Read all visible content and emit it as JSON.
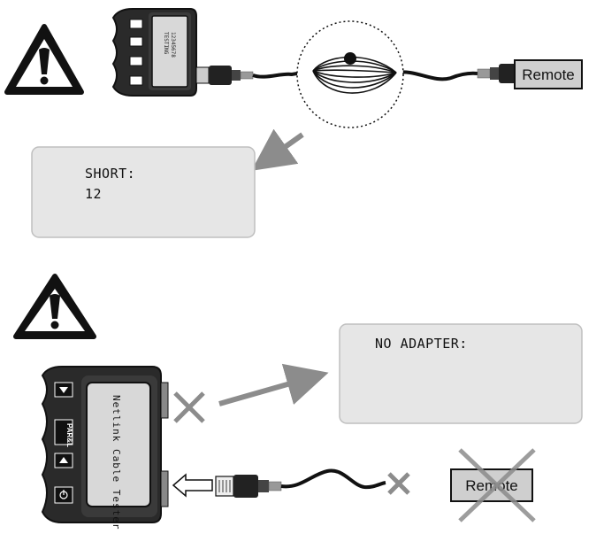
{
  "top_section": {
    "display_line1": "SHORT:",
    "display_line2": "12",
    "remote_label": "Remote",
    "device_screen_line1": "TESTING",
    "device_screen_line2": "12345678"
  },
  "bottom_section": {
    "display_line1": "NO ADAPTER:",
    "device_label": "Netlink Cable Tester",
    "device_button_label": "PAR&L",
    "remote_label": "Remote"
  },
  "colors": {
    "panel_fill": "#e6e6e6",
    "panel_stroke": "#bfbfbf",
    "arrow_gray": "#8c8c8c",
    "ink": "#111111"
  }
}
